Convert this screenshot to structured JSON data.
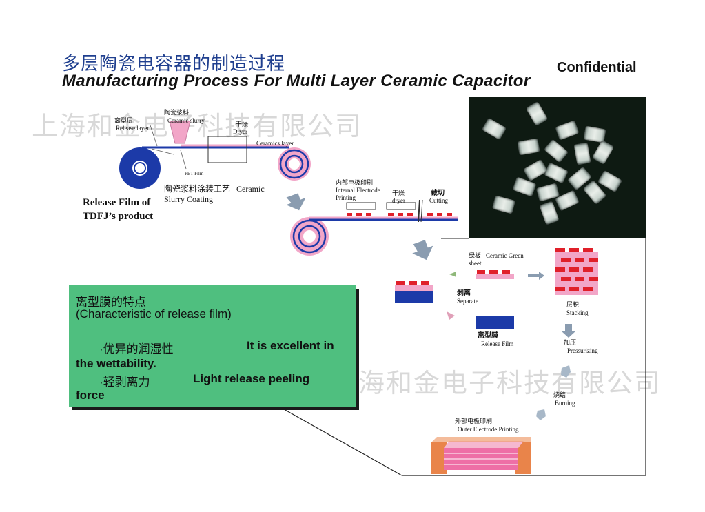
{
  "title": {
    "chinese": "多层陶瓷电容器的制造过程",
    "english": "Manufacturing Process For Multi Layer Ceramic Capacitor",
    "confidential": "Confidential"
  },
  "watermark": "上海和金电子科技有限公司",
  "slurry_coating": {
    "release_layer_cn": "离型层",
    "release_layer_en": "Release layer",
    "slurry_cn": "陶瓷浆料",
    "slurry_en": "Ceramic slurry",
    "dryer_cn": "干燥",
    "dryer_en": "Dryer",
    "ceramics_layer": "Ceramics layer",
    "pet_film": "PET Film",
    "process_cn": "陶瓷浆料涂装工艺",
    "process_en_1": "Ceramic",
    "process_en_2": "Slurry Coating"
  },
  "product_label": {
    "line1": "Release Film of",
    "line2": "TDFJ’s product"
  },
  "printing": {
    "internal_cn": "内部电极印刷",
    "internal_en_1": "Internal Electrode",
    "internal_en_2": "Printing",
    "dryer_cn": "干燥",
    "dryer_en": "dryer",
    "cutting_cn": "裁切",
    "cutting_en": "Cutting"
  },
  "steps": {
    "green_sheet_cn": "绿板",
    "green_sheet_en_1": "Ceramic Green",
    "green_sheet_en_2": "sheet",
    "separate_cn": "剥离",
    "separate_en": "Separate",
    "stacking_cn": "层积",
    "stacking_en": "Stacking",
    "release_film_cn": "离型膜",
    "release_film_en": "Release Film",
    "pressurizing_cn": "加压",
    "pressurizing_en": "Pressurizing",
    "burning_cn": "烧结",
    "burning_en": "Burning",
    "outer_cn": "外部电极印刷",
    "outer_en": "Outer Electrode Printing"
  },
  "characteristics": {
    "heading_cn": "离型膜的特点",
    "heading_en": "(Characteristic of release film)",
    "item1_cn": "·优异的润湿性",
    "item1_en_a": "It is excellent in",
    "item1_en_b": "the wettability.",
    "item2_cn": "·轻剥离力",
    "item2_en_a": "Light release peeling",
    "item2_en_b": "force"
  },
  "colors": {
    "title_blue": "#1f3f8f",
    "roll_blue": "#1c3aa8",
    "film_pink": "#f2a6c8",
    "electrode_red": "#e0202a",
    "green_box": "#4fbf7f"
  }
}
